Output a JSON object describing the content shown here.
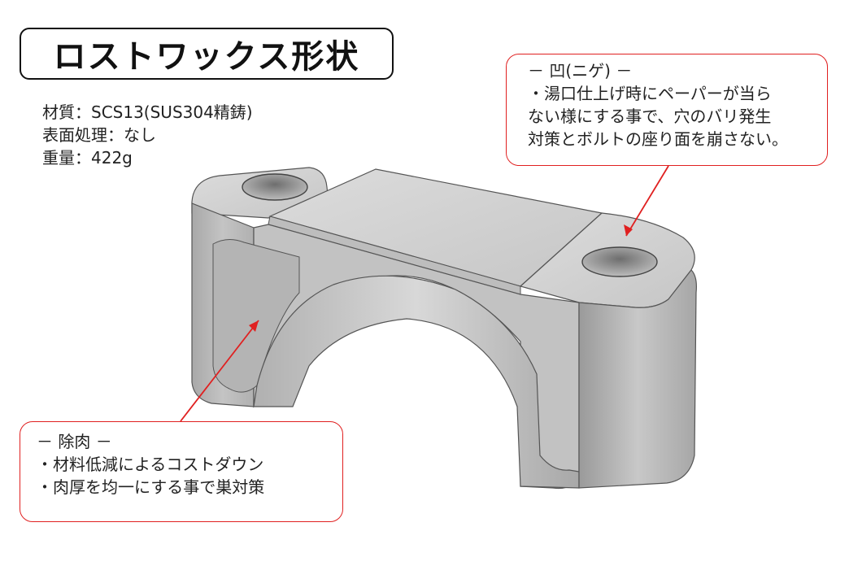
{
  "title": "ロストワックス形状",
  "specs": {
    "material": "材質：SCS13(SUS304精鋳)",
    "surface": "表面処理：なし",
    "weight": "重量：422g"
  },
  "callouts": {
    "recess": {
      "heading": "－ 凹(ニゲ) －",
      "lines": [
        "・湯口仕上げ時にペーパーが当ら",
        "ない様にする事で、穴のバリ発生",
        "対策とボルトの座り面を崩さない。"
      ]
    },
    "lightening": {
      "heading": "－ 除肉 －",
      "lines": [
        "・材料低減によるコストダウン",
        "・肉厚を均一にする事で巣対策"
      ]
    }
  },
  "colors": {
    "callout_border": "#e02020",
    "arrow": "#e02020",
    "part_light": "#d4d4d4",
    "part_mid": "#b8b8b8",
    "part_dark": "#8e8e8e"
  }
}
